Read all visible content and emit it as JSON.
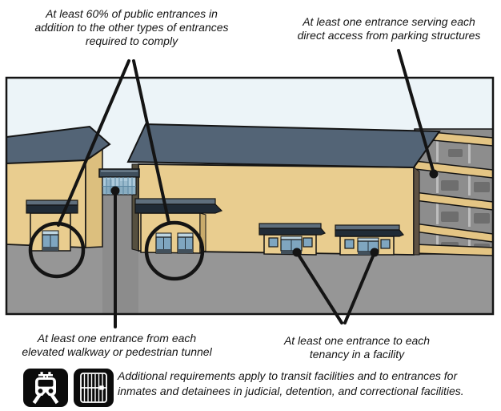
{
  "figure": {
    "callouts": {
      "public_entrances": "At least 60% of public entrances in\naddition to the other types of entrances\nrequired to comply",
      "parking": "At least one entrance serving each\ndirect access from parking structures",
      "walkway": "At least one entrance from each\nelevated walkway or pedestrian tunnel",
      "tenancy": "At least one entrance to each\ntenancy in a facility"
    },
    "footnote": "Additional requirements apply to transit facilities and to entrances for\ninmates and detainees in judicial, detention, and correctional facilities.",
    "icons": [
      {
        "name": "transit-train-icon"
      },
      {
        "name": "jail-cell-bars-icon"
      }
    ],
    "colors": {
      "sky": "#ecf4f8",
      "ground": "#969696",
      "alley": "#8c8c8c",
      "wall_tan": "#e9cd8f",
      "wall_tan_shaded": "#dcbf7e",
      "band_tan": "#e4c584",
      "roof_slate": "#536476",
      "canopy_dark": "#202b36",
      "canopy_top": "#5e6e7c",
      "bridge_glass": "#accadb",
      "door_glass": "#7fa6c0",
      "transom_glass": "#bdd5e1",
      "garage_gray": "#8d8d8d",
      "outline": "#141414",
      "icon_black": "#0b0b0b"
    }
  }
}
